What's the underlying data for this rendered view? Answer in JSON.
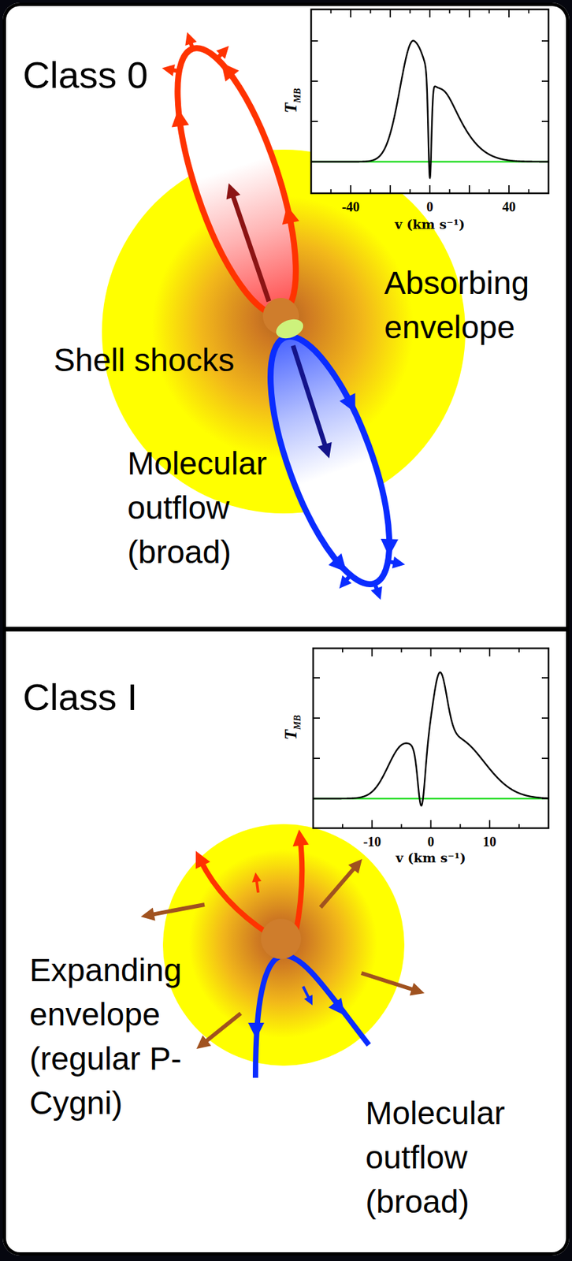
{
  "diagram": {
    "nodes": [
      {
        "text": [
          "Class 0"
        ]
      },
      {
        "text": [
          "Class I"
        ]
      }
    ],
    "labels": [
      "T",
      "MB",
      "-40",
      "0",
      "40",
      "v (km s⁻¹)",
      "Absorbing envelope",
      "Shell shocks",
      "Molecular outflow (broad)",
      "T",
      "MB",
      "-10",
      "0",
      "10",
      "v (km s⁻¹)",
      "Expanding envelope (regular P-Cygni)",
      "Molecular outflow (broad)"
    ]
  }
}
